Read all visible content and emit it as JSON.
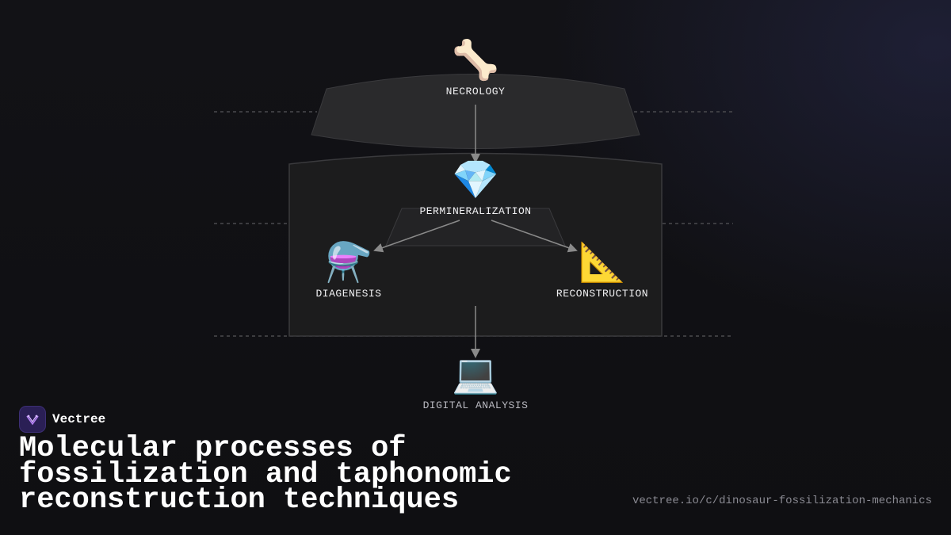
{
  "diagram": {
    "nodes": {
      "necrology": {
        "label": "NECROLOGY",
        "icon": "bone-icon",
        "glyph": "🦴"
      },
      "permineralization": {
        "label": "PERMINERALIZATION",
        "icon": "gem-icon",
        "glyph": "💎"
      },
      "diagenesis": {
        "label": "DIAGENESIS",
        "icon": "flask-icon",
        "glyph": "⚗️"
      },
      "reconstruction": {
        "label": "RECONSTRUCTION",
        "icon": "triangular-ruler-icon",
        "glyph": "📐"
      },
      "digital_analysis": {
        "label": "DIGITAL ANALYSIS",
        "icon": "laptop-icon",
        "glyph": "💻"
      }
    },
    "edges": [
      {
        "from": "NECROLOGY",
        "to": "PERMINERALIZATION"
      },
      {
        "from": "PERMINERALIZATION",
        "to": "DIAGENESIS"
      },
      {
        "from": "PERMINERALIZATION",
        "to": "RECONSTRUCTION"
      },
      {
        "from": "PERMINERALIZATION",
        "to": "DIGITAL ANALYSIS"
      }
    ]
  },
  "brand": {
    "name": "Vectree"
  },
  "title": "Molecular processes of fossilization and taphonomic reconstruction techniques",
  "url": "vectree.io/c/dinosaur-fossilization-mechanics",
  "colors": {
    "background": "#111114",
    "panel_top": "#2a2a2c",
    "panel_main": "#1c1c1d",
    "panel_inner": "#232325",
    "edge": "#8a8a8a",
    "dashed_guide": "#4a4a4e",
    "brand_logo_bg": "#2a1f55",
    "brand_logo_mark": "#b07cf0"
  }
}
